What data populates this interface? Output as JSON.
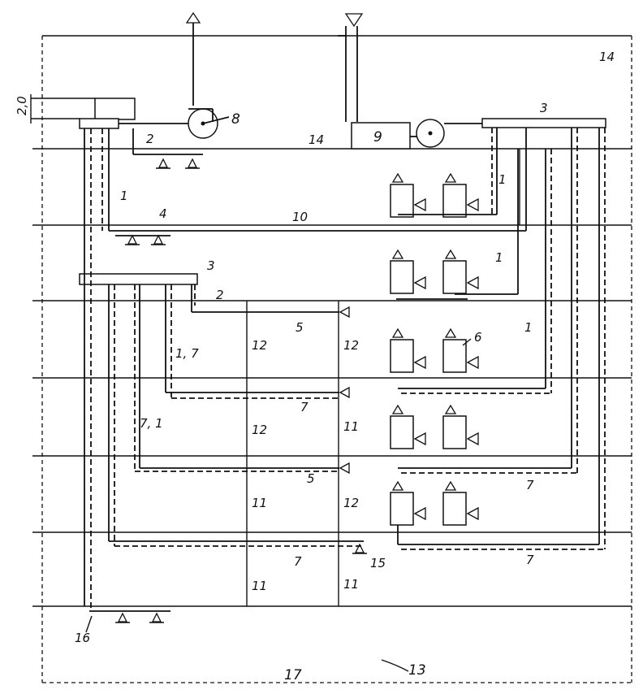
{
  "labels": {
    "l_20": "2,0",
    "l_8": "8",
    "l_3a": "3",
    "l_2a": "2",
    "l_14a": "14",
    "l_14b": "14",
    "l_9": "9",
    "l_1a": "1",
    "l_1b": "1",
    "l_4": "4",
    "l_10": "10",
    "l_3b": "3",
    "l_1c": "1",
    "l_2b": "2",
    "l_5a": "5",
    "l_12a": "12",
    "l_12b": "12",
    "l_6": "6",
    "l_1d": "1",
    "l_17a": "1, 7",
    "l_7a": "7",
    "l_71": "7, 1",
    "l_12c": "12",
    "l_11a": "11",
    "l_5b": "5",
    "l_7b": "7",
    "l_11b": "11",
    "l_12d": "12",
    "l_7c": "7",
    "l_15": "15",
    "l_7d": "7",
    "l_11c": "11",
    "l_11d": "11",
    "l_16": "16",
    "l_17": "17",
    "l_13": "13"
  }
}
